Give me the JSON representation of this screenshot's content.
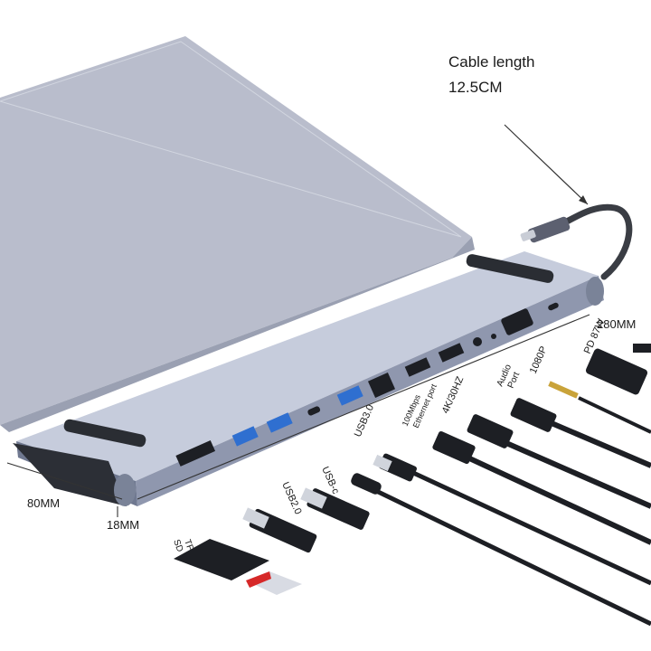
{
  "cable": {
    "label_line1": "Cable length",
    "label_line2": "12.5CM"
  },
  "dimensions": {
    "length": "280MM",
    "width": "80MM",
    "height": "18MM"
  },
  "port_labels": {
    "sd_tf": [
      "SD",
      "TF"
    ],
    "usb2": "USB2.0",
    "usbc": "USB-c",
    "usb3": "USB3.0",
    "ethernet": [
      "100Mbps",
      "Ethernet port"
    ],
    "hdmi_4k": "4K/30HZ",
    "audio": [
      "Audio",
      "Port"
    ],
    "vga": "1080P",
    "pd": "PD 87W"
  },
  "colors": {
    "hub_body": "#a9b0c4",
    "hub_top": "#c4cada",
    "laptop": "#b8bccb",
    "port_blue": "#2f6fd0",
    "ink": "#1a1a1a"
  }
}
